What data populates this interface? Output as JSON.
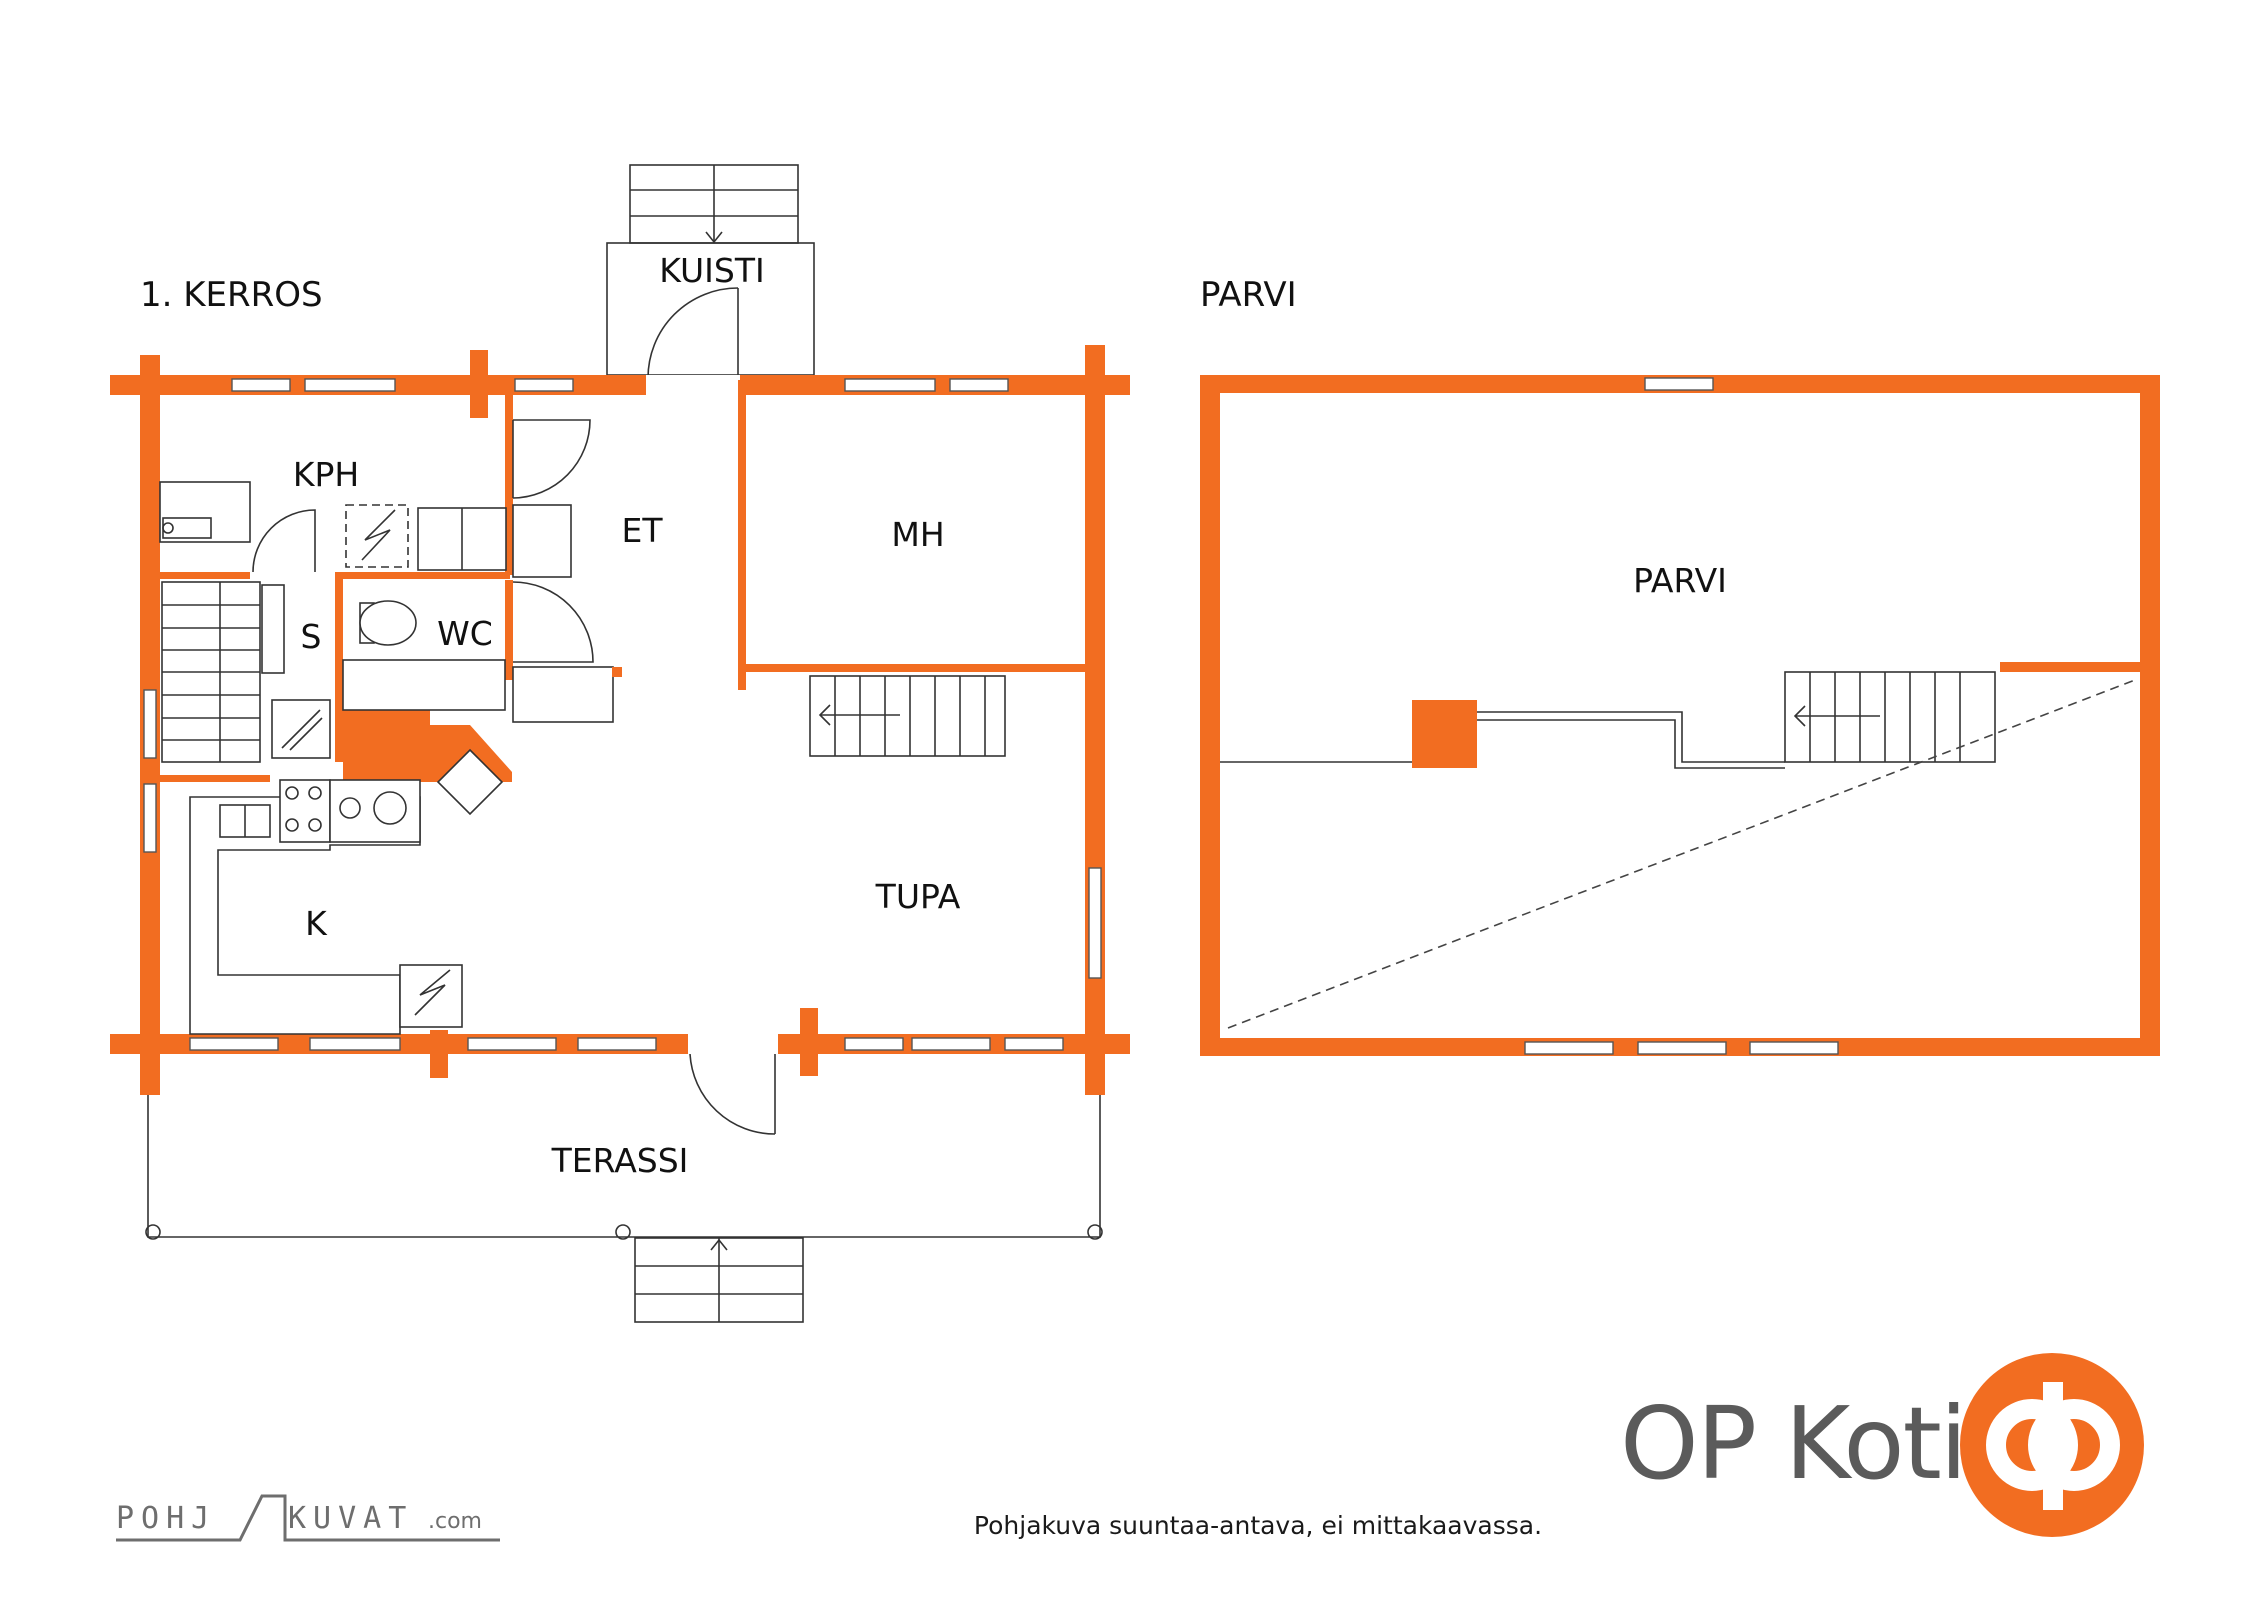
{
  "titles": {
    "floor1": "1. KERROS",
    "loft": "PARVI"
  },
  "rooms": {
    "kuisti": "KUISTI",
    "kph": "KPH",
    "et": "ET",
    "mh": "MH",
    "s": "S",
    "wc": "WC",
    "k": "K",
    "tupa": "TUPA",
    "terassi": "TERASSI",
    "parvi": "PARVI"
  },
  "footer": {
    "disclaimer": "Pohjakuva suuntaa-antava, ei mittakaavassa.",
    "watermark_left": "POHJ",
    "watermark_right": "KUVAT",
    "watermark_suffix": ".com"
  },
  "brand": {
    "name": "OP Koti",
    "logo_color": "#f26d21"
  },
  "colors": {
    "walls": "#f26d21"
  }
}
